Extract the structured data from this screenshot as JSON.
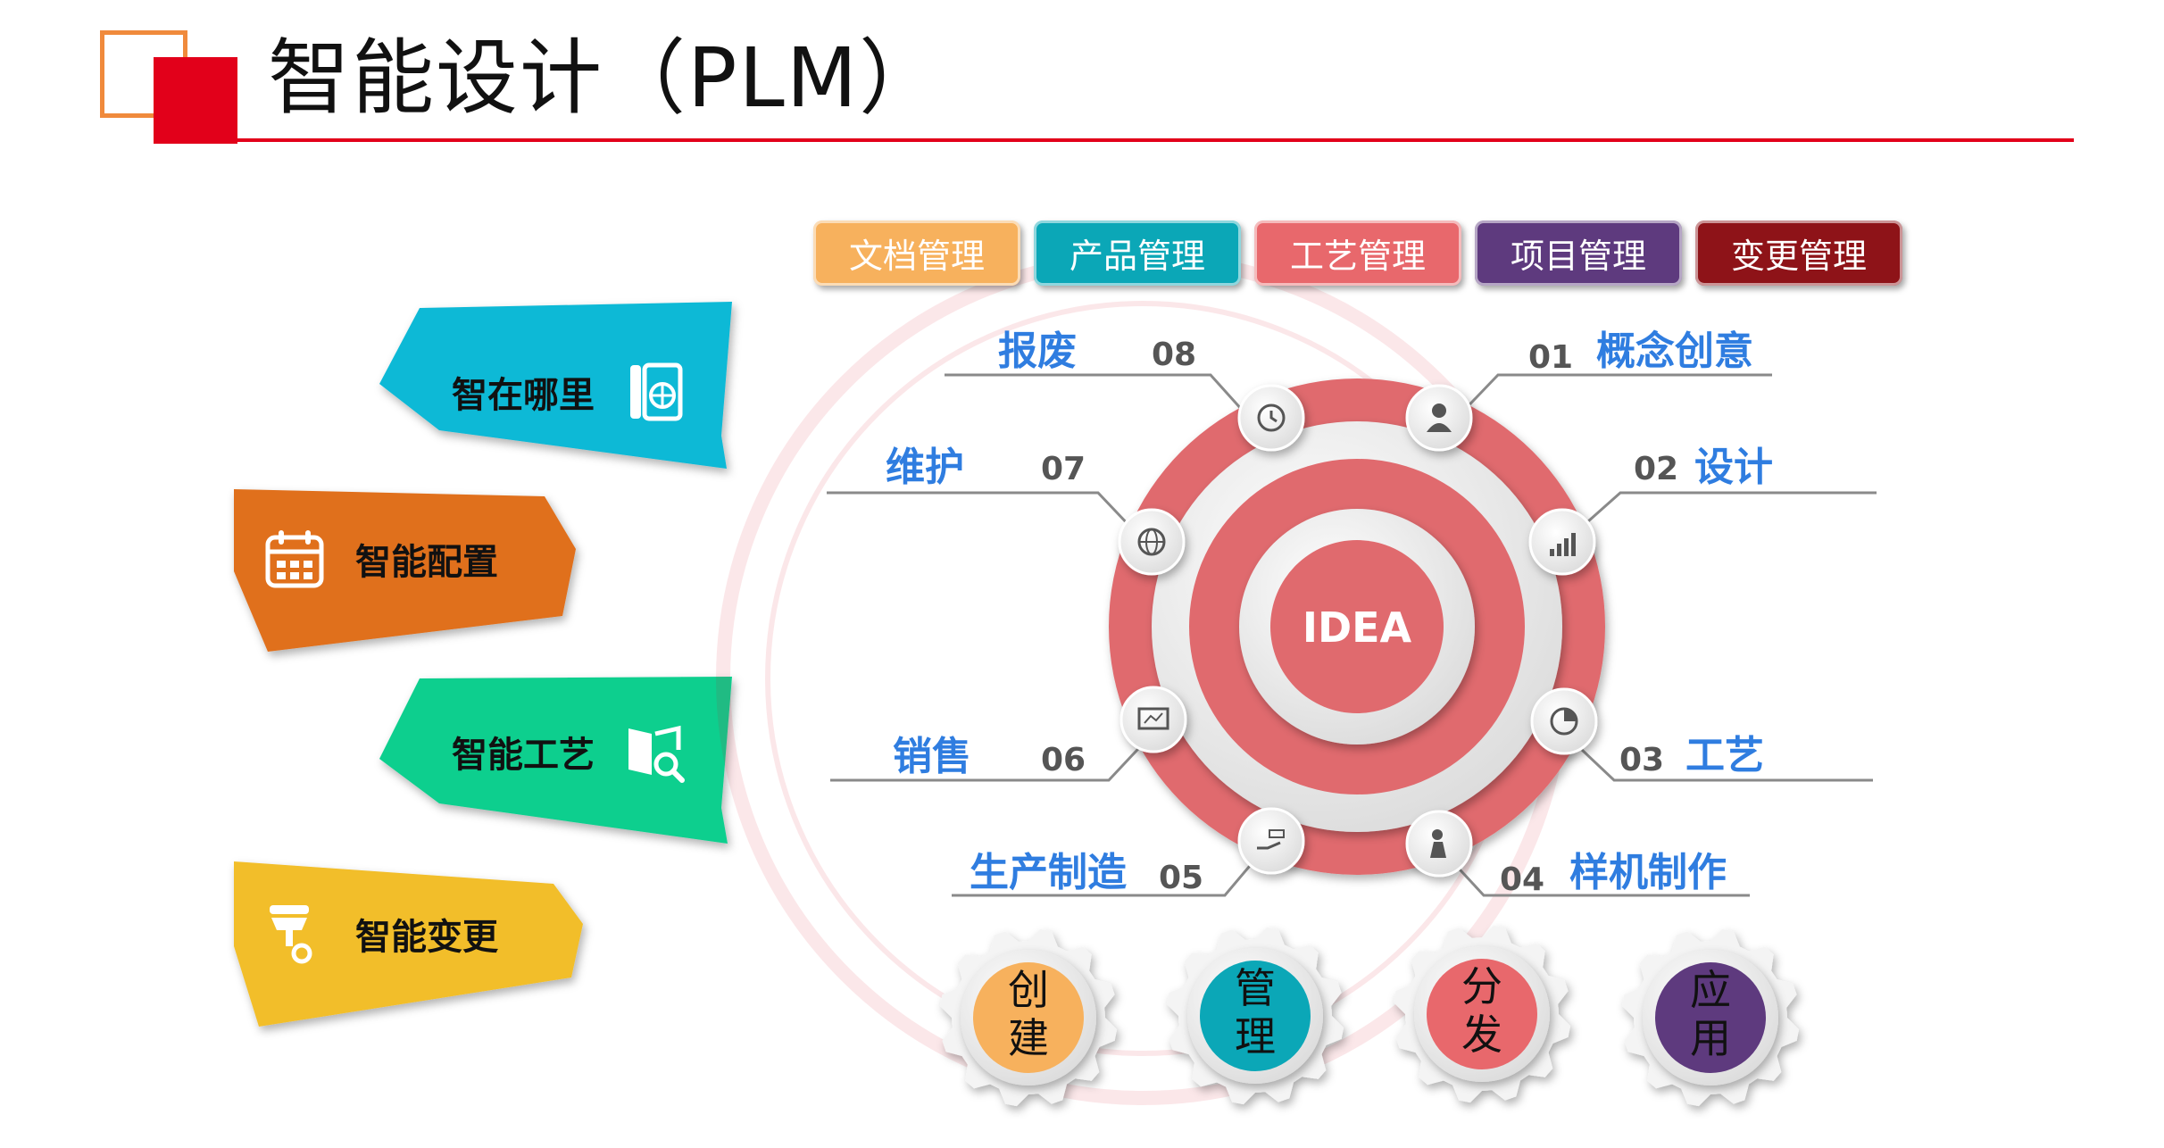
{
  "title": "智能设计（PLM）",
  "tabs": [
    {
      "label": "文档管理",
      "color": "#f7b15d"
    },
    {
      "label": "产品管理",
      "color": "#0ba7b7"
    },
    {
      "label": "工艺管理",
      "color": "#e8686c"
    },
    {
      "label": "项目管理",
      "color": "#5e3a7e"
    },
    {
      "label": "变更管理",
      "color": "#8e1318"
    }
  ],
  "left_items": [
    {
      "label": "智在哪里",
      "color": "#0fb9d6",
      "icon": "passport-globe-icon"
    },
    {
      "label": "智能配置",
      "color": "#e0701e",
      "icon": "calendar-icon"
    },
    {
      "label": "智能工艺",
      "color": "#0fcf8e",
      "icon": "book-search-icon"
    },
    {
      "label": "智能变更",
      "color": "#f2be29",
      "icon": "key-tag-icon"
    }
  ],
  "center": {
    "label": "IDEA",
    "ring_color": "#e06a6e"
  },
  "stages": [
    {
      "num": "01",
      "label": "概念创意",
      "icon": "person-icon"
    },
    {
      "num": "02",
      "label": "设计",
      "icon": "bar-chart-icon"
    },
    {
      "num": "03",
      "label": "工艺",
      "icon": "pie-chart-icon"
    },
    {
      "num": "04",
      "label": "样机制作",
      "icon": "worker-icon"
    },
    {
      "num": "05",
      "label": "生产制造",
      "icon": "hand-key-icon"
    },
    {
      "num": "06",
      "label": "销售",
      "icon": "monitor-chart-icon"
    },
    {
      "num": "07",
      "label": "维护",
      "icon": "globe-icon"
    },
    {
      "num": "08",
      "label": "报废",
      "icon": "clock-icon"
    }
  ],
  "gears": [
    {
      "top": "创",
      "bottom": "建",
      "color": "#f7b15d"
    },
    {
      "top": "管",
      "bottom": "理",
      "color": "#0ba7b7"
    },
    {
      "top": "分",
      "bottom": "发",
      "color": "#e8686c"
    },
    {
      "top": "应",
      "bottom": "用",
      "color": "#5e3a7e"
    }
  ]
}
